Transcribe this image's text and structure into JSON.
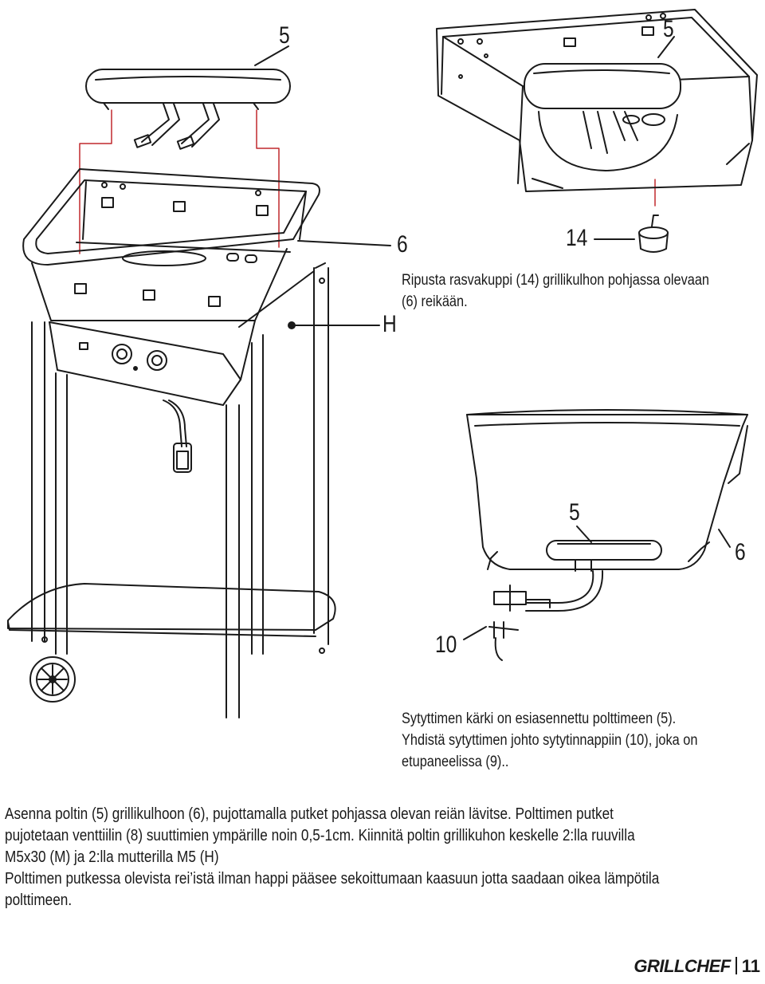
{
  "callouts": {
    "burner_top_left": "5",
    "burner_top_right": "5",
    "grill_bowl": "6",
    "grease_cup": "14",
    "screw_h": "H",
    "burner_lower": "5",
    "bowl_lower": "6",
    "igniter": "10"
  },
  "captions": {
    "grease_cup_line1": "Ripusta rasvakuppi (14) grillikulhon pohjassa olevaan",
    "grease_cup_line2": "(6) reikään.",
    "igniter_line1": "Sytyttimen kärki on esiasennettu polttimeen (5).",
    "igniter_line2": "Yhdistä sytyttimen johto sytytinnappiin (10), joka on",
    "igniter_line3": "etupaneelissa (9).."
  },
  "instructions": {
    "line1": "Asenna poltin (5) grillikulhoon (6), pujottamalla putket pohjassa olevan reiän lävitse.  Polttimen putket",
    "line2": "pujotetaan venttiilin (8) suuttimien ympärille noin 0,5-1cm. Kiinnitä poltin grillikuhon keskelle  2:lla ruuvilla",
    "line3": "M5x30 (M) ja 2:lla mutterilla M5 (H)",
    "line4": "Polttimen putkessa olevista rei’istä ilman happi pääsee sekoittumaan kaasuun jotta saadaan oikea lämpötila",
    "line5": "polttimeen."
  },
  "footer": {
    "brand": "GRILLCHEF",
    "page_number": "11"
  },
  "colors": {
    "ink": "#1a1a1a",
    "guide_red": "#c0282d"
  }
}
